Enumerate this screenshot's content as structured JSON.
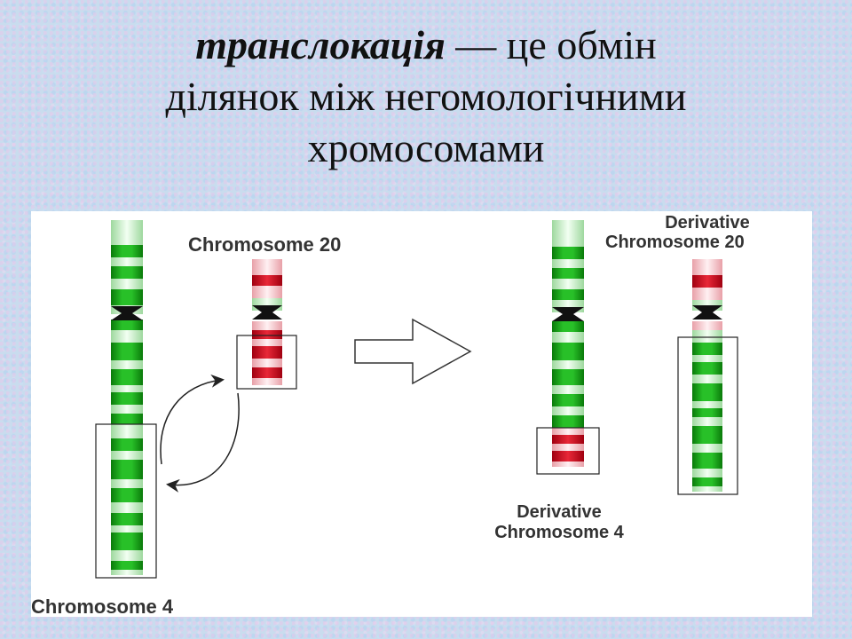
{
  "title": {
    "term": "транслокація",
    "rest_line1": " — це обмін",
    "line2": "ділянок між негомологічними",
    "line3": "хромосомами"
  },
  "labels": {
    "chr20_label": "Chromosome 20",
    "chr4_label": "Chromosome 4",
    "der20_line1": "Derivative",
    "der20_line2": "Chromosome 20",
    "der4_line1": "Derivative",
    "der4_line2": "Chromosome 4"
  },
  "colors": {
    "green_dark": "#0a8a0a",
    "green_mid": "#20b020",
    "green_light": "#d8f5d8",
    "red_dark": "#b00018",
    "red_mid": "#e03040",
    "red_light": "#fbd6d8",
    "label": "#333333"
  }
}
